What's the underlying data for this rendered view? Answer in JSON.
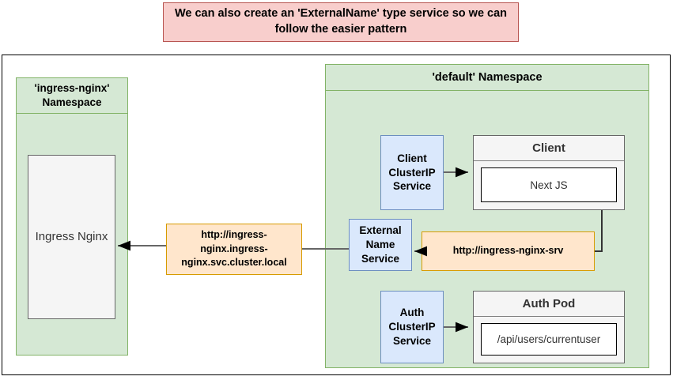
{
  "banner": {
    "text": "We can also create an 'ExternalName' type service so we can follow the easier pattern",
    "bg_color": "#f8cecc",
    "border_color": "#b85450"
  },
  "cluster": {
    "border_color": "#000000",
    "namespaces": [
      {
        "id": "ingress-nginx",
        "title": "'ingress-nginx' Namespace",
        "bg_color": "#d5e8d4",
        "border_color": "#82b366"
      },
      {
        "id": "default",
        "title": "'default' Namespace",
        "bg_color": "#d5e8d4",
        "border_color": "#82b366"
      }
    ]
  },
  "ingress_nginx": {
    "label": "Ingress Nginx",
    "bg_color": "#f5f5f5",
    "border_color": "#666666"
  },
  "services": [
    {
      "id": "client-clusterip",
      "label": "Client ClusterIP Service",
      "bg_color": "#dae8fc",
      "border_color": "#6c8ebf"
    },
    {
      "id": "external-name",
      "label": "External Name Service",
      "bg_color": "#dae8fc",
      "border_color": "#6c8ebf"
    },
    {
      "id": "auth-clusterip",
      "label": "Auth ClusterIP Service",
      "bg_color": "#dae8fc",
      "border_color": "#6c8ebf"
    }
  ],
  "pods": [
    {
      "id": "client",
      "title": "Client",
      "container": "Next JS",
      "bg_color": "#f5f5f5",
      "border_color": "#666666"
    },
    {
      "id": "auth",
      "title": "Auth Pod",
      "container": "/api/users/currentuser",
      "bg_color": "#f5f5f5",
      "border_color": "#666666"
    }
  ],
  "urls": [
    {
      "id": "ingress-fqdn",
      "text": "http://ingress-nginx.ingress-nginx.svc.cluster.local",
      "bg_color": "#ffe6cc",
      "border_color": "#d79b00"
    },
    {
      "id": "ingress-srv",
      "text": "http://ingress-nginx-srv",
      "bg_color": "#ffe6cc",
      "border_color": "#d79b00"
    }
  ],
  "connectors": {
    "line_color": "#666666",
    "arrow_color": "#000000"
  }
}
